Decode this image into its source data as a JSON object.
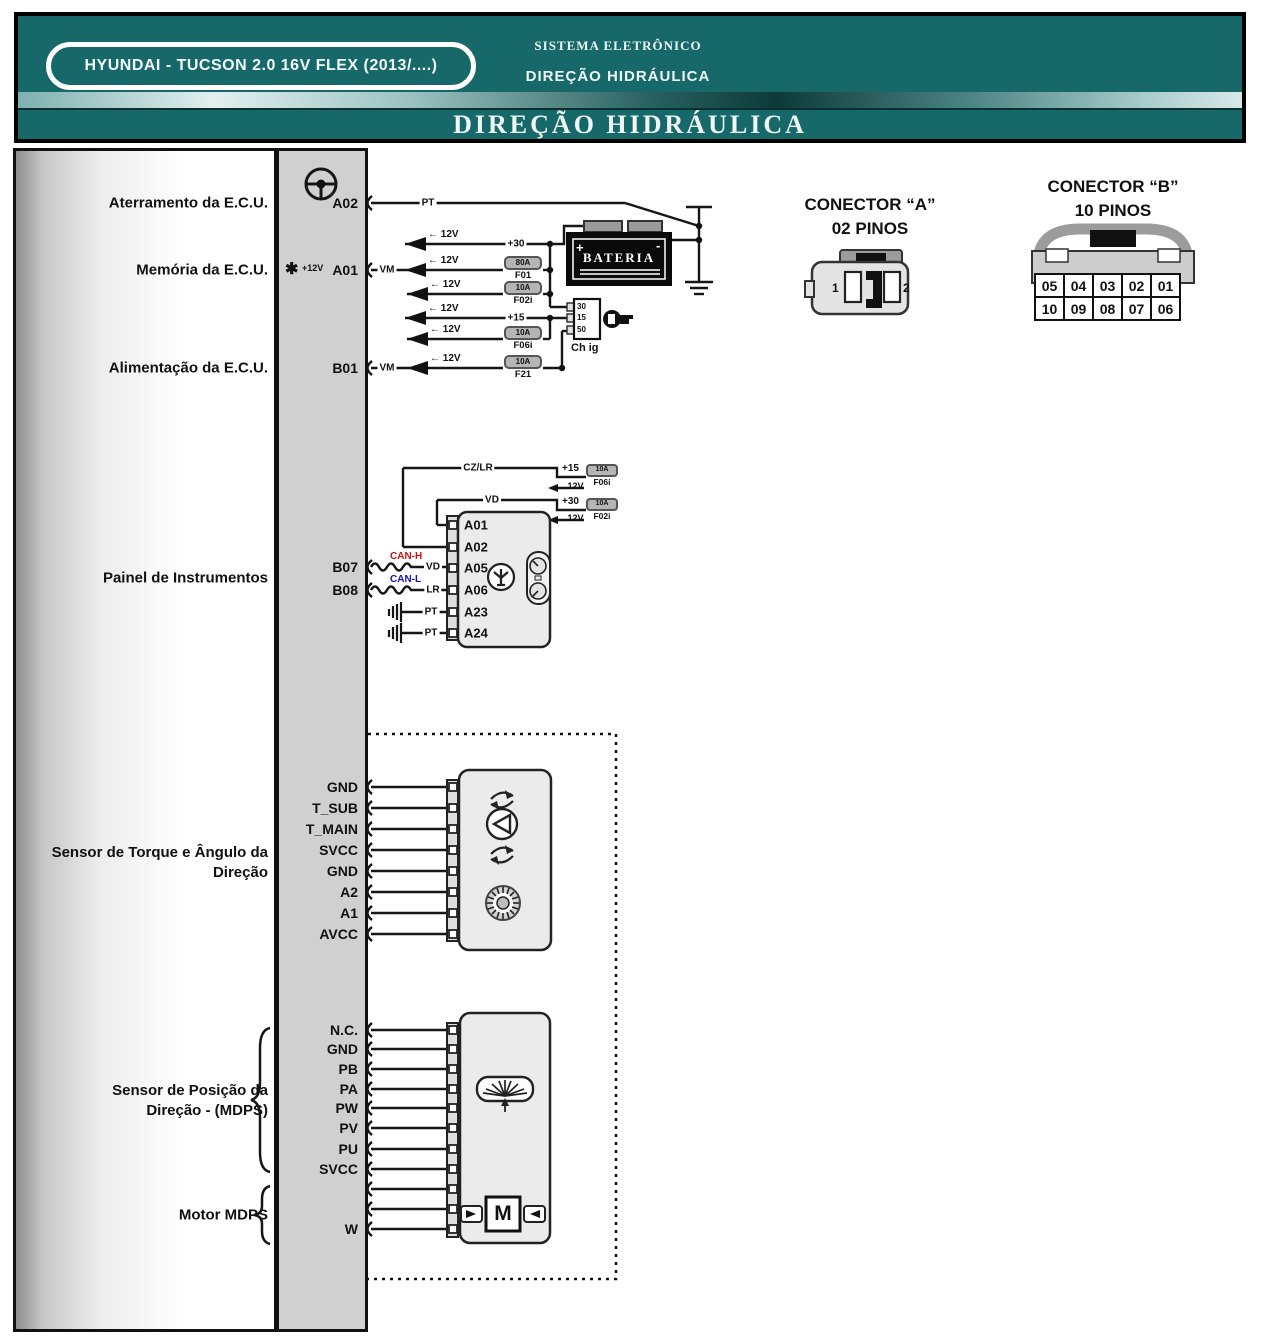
{
  "header": {
    "model": "HYUNDAI - TUCSON 2.0 16V FLEX (2013/....)",
    "system": "SISTEMA ELETRÔNICO",
    "subsystem": "DIREÇÃO HIDRÁULICA",
    "title": "DIREÇÃO HIDRÁULICA"
  },
  "colors": {
    "teal": "#176868",
    "can_h": "#cc1111",
    "can_l": "#1111bb"
  },
  "ecu": {
    "labels": {
      "ground": "Aterramento da E.C.U.",
      "memory": "Memória da E.C.U.",
      "supply": "Alimentação da E.C.U.",
      "cluster": "Painel de Instrumentos",
      "torque_sensor": "Sensor de Torque e Ângulo da Direção",
      "position_sensor": "Sensor de Posição da Direção - (MDPS)",
      "motor": "Motor MDPS"
    },
    "memory_star": "✱",
    "memory_note": "+12V",
    "pins": {
      "a02": "A02",
      "a01": "A01",
      "b01": "B01",
      "b07": "B07",
      "b08": "B08",
      "torque": [
        "GND",
        "T_SUB",
        "T_MAIN",
        "SVCC",
        "GND",
        "A2",
        "A1",
        "AVCC"
      ],
      "mdps": [
        "N.C.",
        "GND",
        "PB",
        "PA",
        "PW",
        "PV",
        "PU",
        "SVCC"
      ],
      "motor_w": "W"
    }
  },
  "wire_labels": {
    "pt": "PT",
    "vm": "VM",
    "vd": "VD",
    "lr": "LR",
    "cz_lr": "CZ/LR",
    "can_h": "CAN-H",
    "can_l": "CAN-L",
    "v12": "← 12V",
    "plus30": "+30",
    "plus15": "+15"
  },
  "fuses": {
    "f01": {
      "amp": "80A",
      "name": "F01"
    },
    "f02": {
      "amp": "10A",
      "name": "F02i"
    },
    "f06": {
      "amp": "10A",
      "name": "F06i"
    },
    "f21": {
      "amp": "10A",
      "name": "F21"
    }
  },
  "battery": {
    "name": "BATERIA",
    "plus": "+",
    "minus": "-"
  },
  "ignition": {
    "t30": "30",
    "t15": "15",
    "t50": "50",
    "label": "Ch ig"
  },
  "connector_a": {
    "title1": "CONECTOR “A”",
    "title2": "02 PINOS",
    "pins": [
      "1",
      "2"
    ]
  },
  "connector_b": {
    "title1": "CONECTOR “B”",
    "title2": "10 PINOS",
    "row1": [
      "05",
      "04",
      "03",
      "02",
      "01"
    ],
    "row2": [
      "10",
      "09",
      "08",
      "07",
      "06"
    ]
  },
  "cluster": {
    "pins": [
      "A01",
      "A02",
      "A05",
      "A06",
      "A23",
      "A24"
    ]
  },
  "motor_label": "M"
}
